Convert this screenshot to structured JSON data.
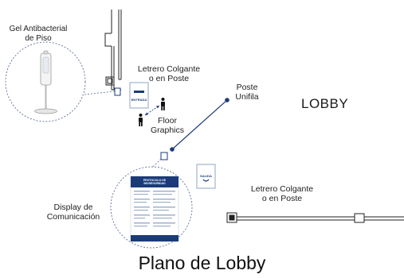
{
  "labels": {
    "gel": "Gel Antibacterial\nde Piso",
    "letrero_top": "Letrero Colgante\no en Poste",
    "poste": "Poste\nUnifila",
    "floor": "Floor\nGraphics",
    "display": "Display de\nComunicación",
    "letrero_bottom": "Letrero Colgante\no en Poste",
    "lobby": "LOBBY",
    "caption": "Plano de Lobby"
  },
  "signs": {
    "entrada": "ENTRADA",
    "salida": "SALIDA"
  },
  "display_title": "PROTOCOLO DE\nBIOSEGURIDAD",
  "colors": {
    "wall": "#222222",
    "accent_blue": "#1b3b78",
    "dashed_circle": "#5a6f96"
  }
}
